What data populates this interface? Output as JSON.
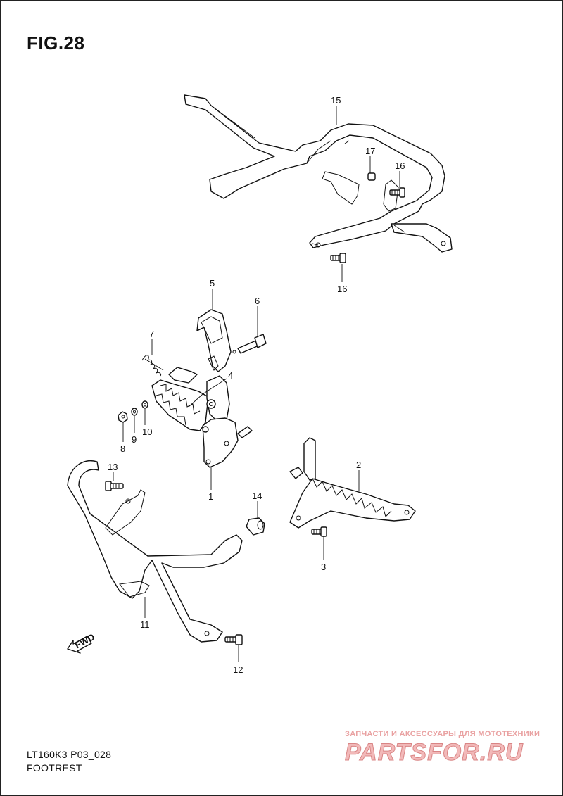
{
  "figure": {
    "title": "FIG.28",
    "model_code": "LT160K3 P03_028",
    "section_name": "FOOTREST",
    "direction_label": "FWD"
  },
  "callouts": [
    {
      "key": "c1",
      "label": "1"
    },
    {
      "key": "c2",
      "label": "2"
    },
    {
      "key": "c3",
      "label": "3"
    },
    {
      "key": "c4",
      "label": "4"
    },
    {
      "key": "c5",
      "label": "5"
    },
    {
      "key": "c6",
      "label": "6"
    },
    {
      "key": "c7",
      "label": "7"
    },
    {
      "key": "c8",
      "label": "8"
    },
    {
      "key": "c9",
      "label": "9"
    },
    {
      "key": "c10",
      "label": "10"
    },
    {
      "key": "c11",
      "label": "11"
    },
    {
      "key": "c12",
      "label": "12"
    },
    {
      "key": "c13",
      "label": "13"
    },
    {
      "key": "c14",
      "label": "14"
    },
    {
      "key": "c15",
      "label": "15"
    },
    {
      "key": "c16a",
      "label": "16"
    },
    {
      "key": "c16b",
      "label": "16"
    },
    {
      "key": "c17",
      "label": "17"
    }
  ],
  "watermark": {
    "tagline": "ЗАПЧАСТИ И АКСЕССУАРЫ ДЛЯ МОТОТЕХНИКИ",
    "brand": "PARTSFOR.RU"
  }
}
